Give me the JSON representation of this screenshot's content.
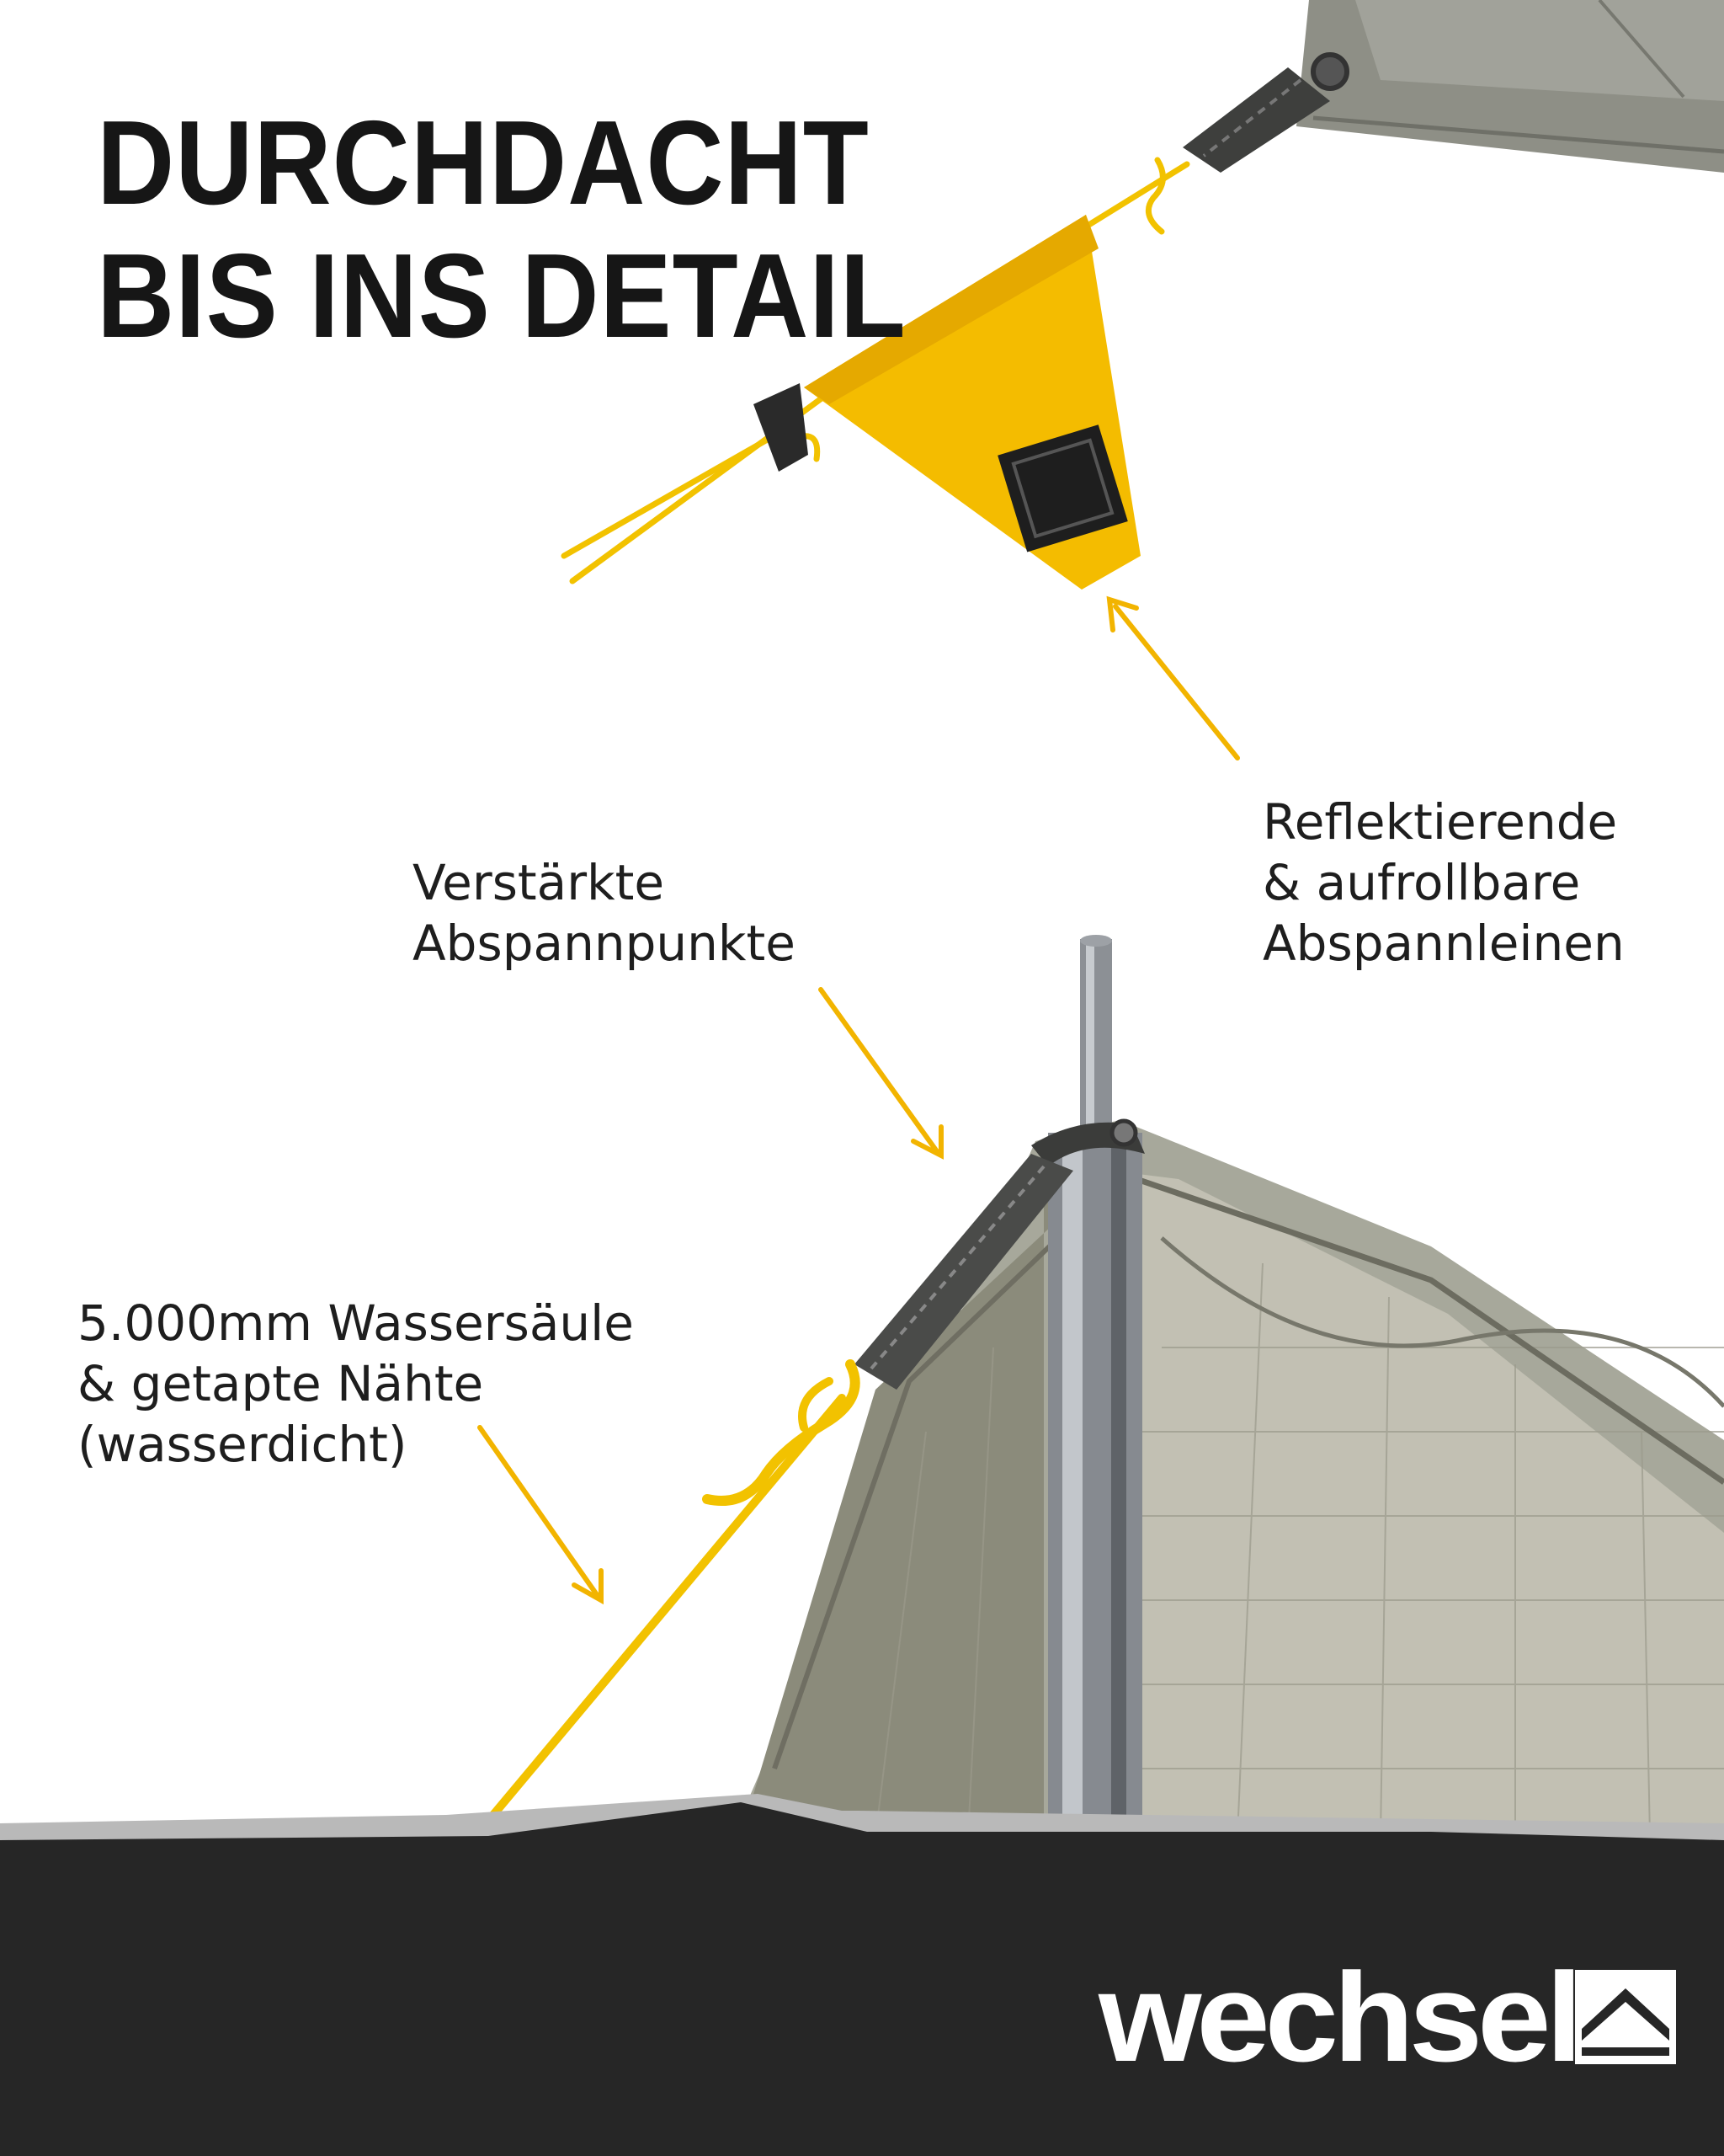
{
  "headline": {
    "line1": "DURCHDACHT",
    "line2": "BIS INS DETAIL"
  },
  "callouts": [
    {
      "lines": [
        "Reflektierende",
        "& aufrollbare",
        "Abspannleinen"
      ]
    },
    {
      "lines": [
        "Verstärkte",
        "Abspannpunkte"
      ]
    },
    {
      "lines": [
        "5.000mm Wassersäule",
        "& getapte Nähte",
        "(wasserdicht)"
      ]
    }
  ],
  "brand": {
    "name": "wechsel",
    "mark_icon": "mountain-icon"
  },
  "colors": {
    "accent": "#F2B400",
    "tarp": "#8A8A7C",
    "footer": "#262626",
    "text": "#161616"
  }
}
